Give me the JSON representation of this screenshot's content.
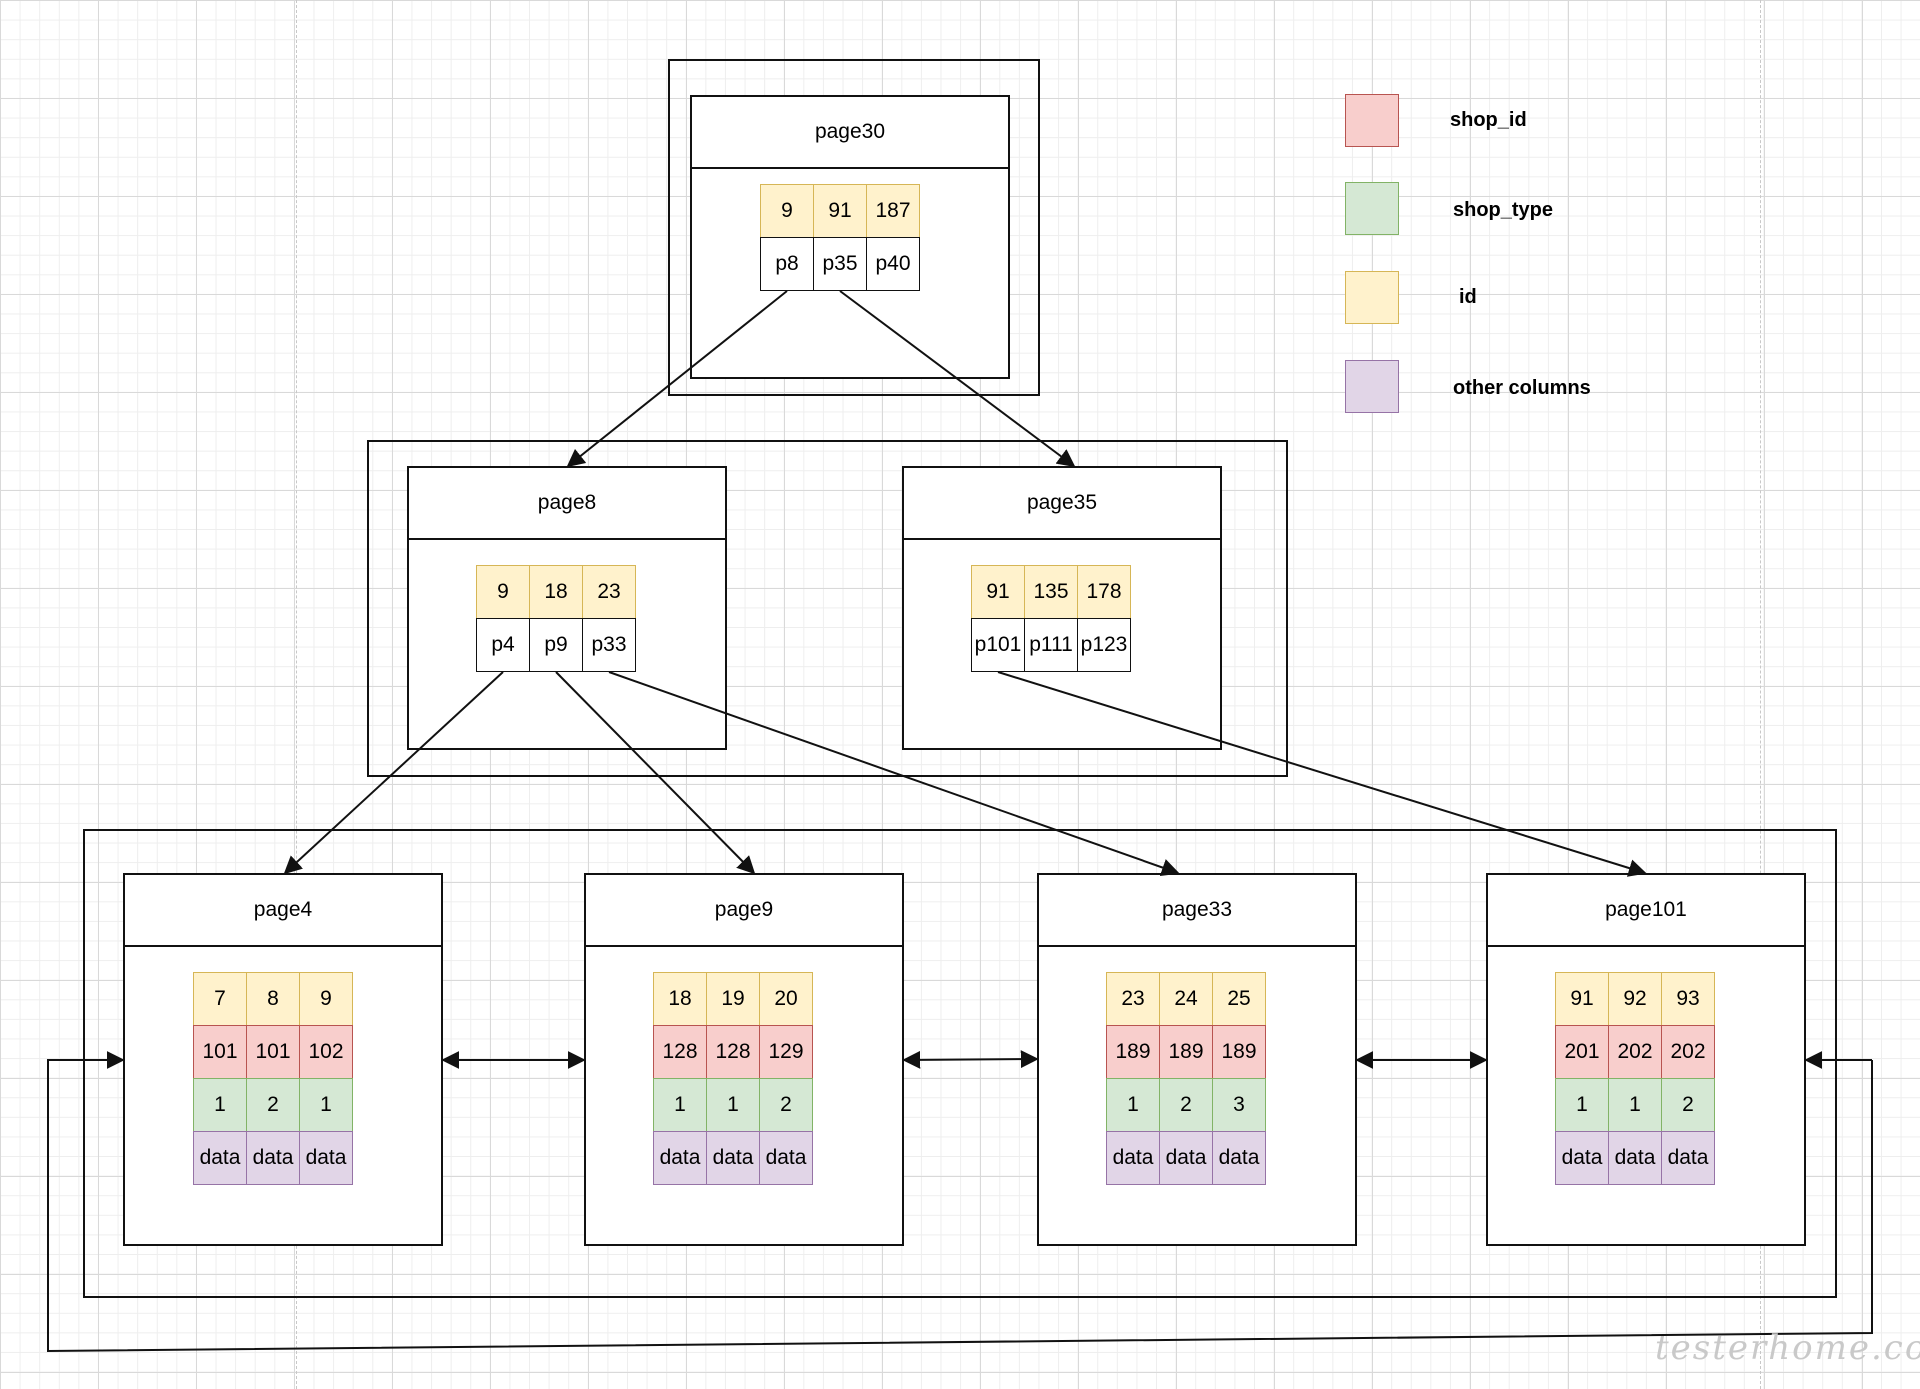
{
  "colors": {
    "id": "#fff2cc",
    "shop_id": "#f8cecc",
    "shop_type": "#d5e8d4",
    "other_columns": "#e1d5e7",
    "line": "#111111"
  },
  "legend": [
    {
      "key": "shop_id",
      "label": "shop_id",
      "color": "#f8cecc"
    },
    {
      "key": "shop_type",
      "label": "shop_type",
      "color": "#d5e8d4"
    },
    {
      "key": "id",
      "label": "id",
      "color": "#fff2cc"
    },
    {
      "key": "other",
      "label": "other columns",
      "color": "#e1d5e7"
    }
  ],
  "root": {
    "title": "page30",
    "ids": [
      "9",
      "91",
      "187"
    ],
    "pointers": [
      "p8",
      "p35",
      "p40"
    ]
  },
  "internal": [
    {
      "title": "page8",
      "ids": [
        "9",
        "18",
        "23"
      ],
      "pointers": [
        "p4",
        "p9",
        "p33"
      ]
    },
    {
      "title": "page35",
      "ids": [
        "91",
        "135",
        "178"
      ],
      "pointers": [
        "p101",
        "p111",
        "p123"
      ]
    }
  ],
  "leaves": [
    {
      "title": "page4",
      "ids": [
        "7",
        "8",
        "9"
      ],
      "shop_id": [
        "101",
        "101",
        "102"
      ],
      "shop_type": [
        "1",
        "2",
        "1"
      ],
      "other": [
        "data",
        "data",
        "data"
      ]
    },
    {
      "title": "page9",
      "ids": [
        "18",
        "19",
        "20"
      ],
      "shop_id": [
        "128",
        "128",
        "129"
      ],
      "shop_type": [
        "1",
        "1",
        "2"
      ],
      "other": [
        "data",
        "data",
        "data"
      ]
    },
    {
      "title": "page33",
      "ids": [
        "23",
        "24",
        "25"
      ],
      "shop_id": [
        "189",
        "189",
        "189"
      ],
      "shop_type": [
        "1",
        "2",
        "3"
      ],
      "other": [
        "data",
        "data",
        "data"
      ]
    },
    {
      "title": "page101",
      "ids": [
        "91",
        "92",
        "93"
      ],
      "shop_id": [
        "201",
        "202",
        "202"
      ],
      "shop_type": [
        "1",
        "1",
        "2"
      ],
      "other": [
        "data",
        "data",
        "data"
      ]
    }
  ],
  "watermark": "testerhome.com"
}
